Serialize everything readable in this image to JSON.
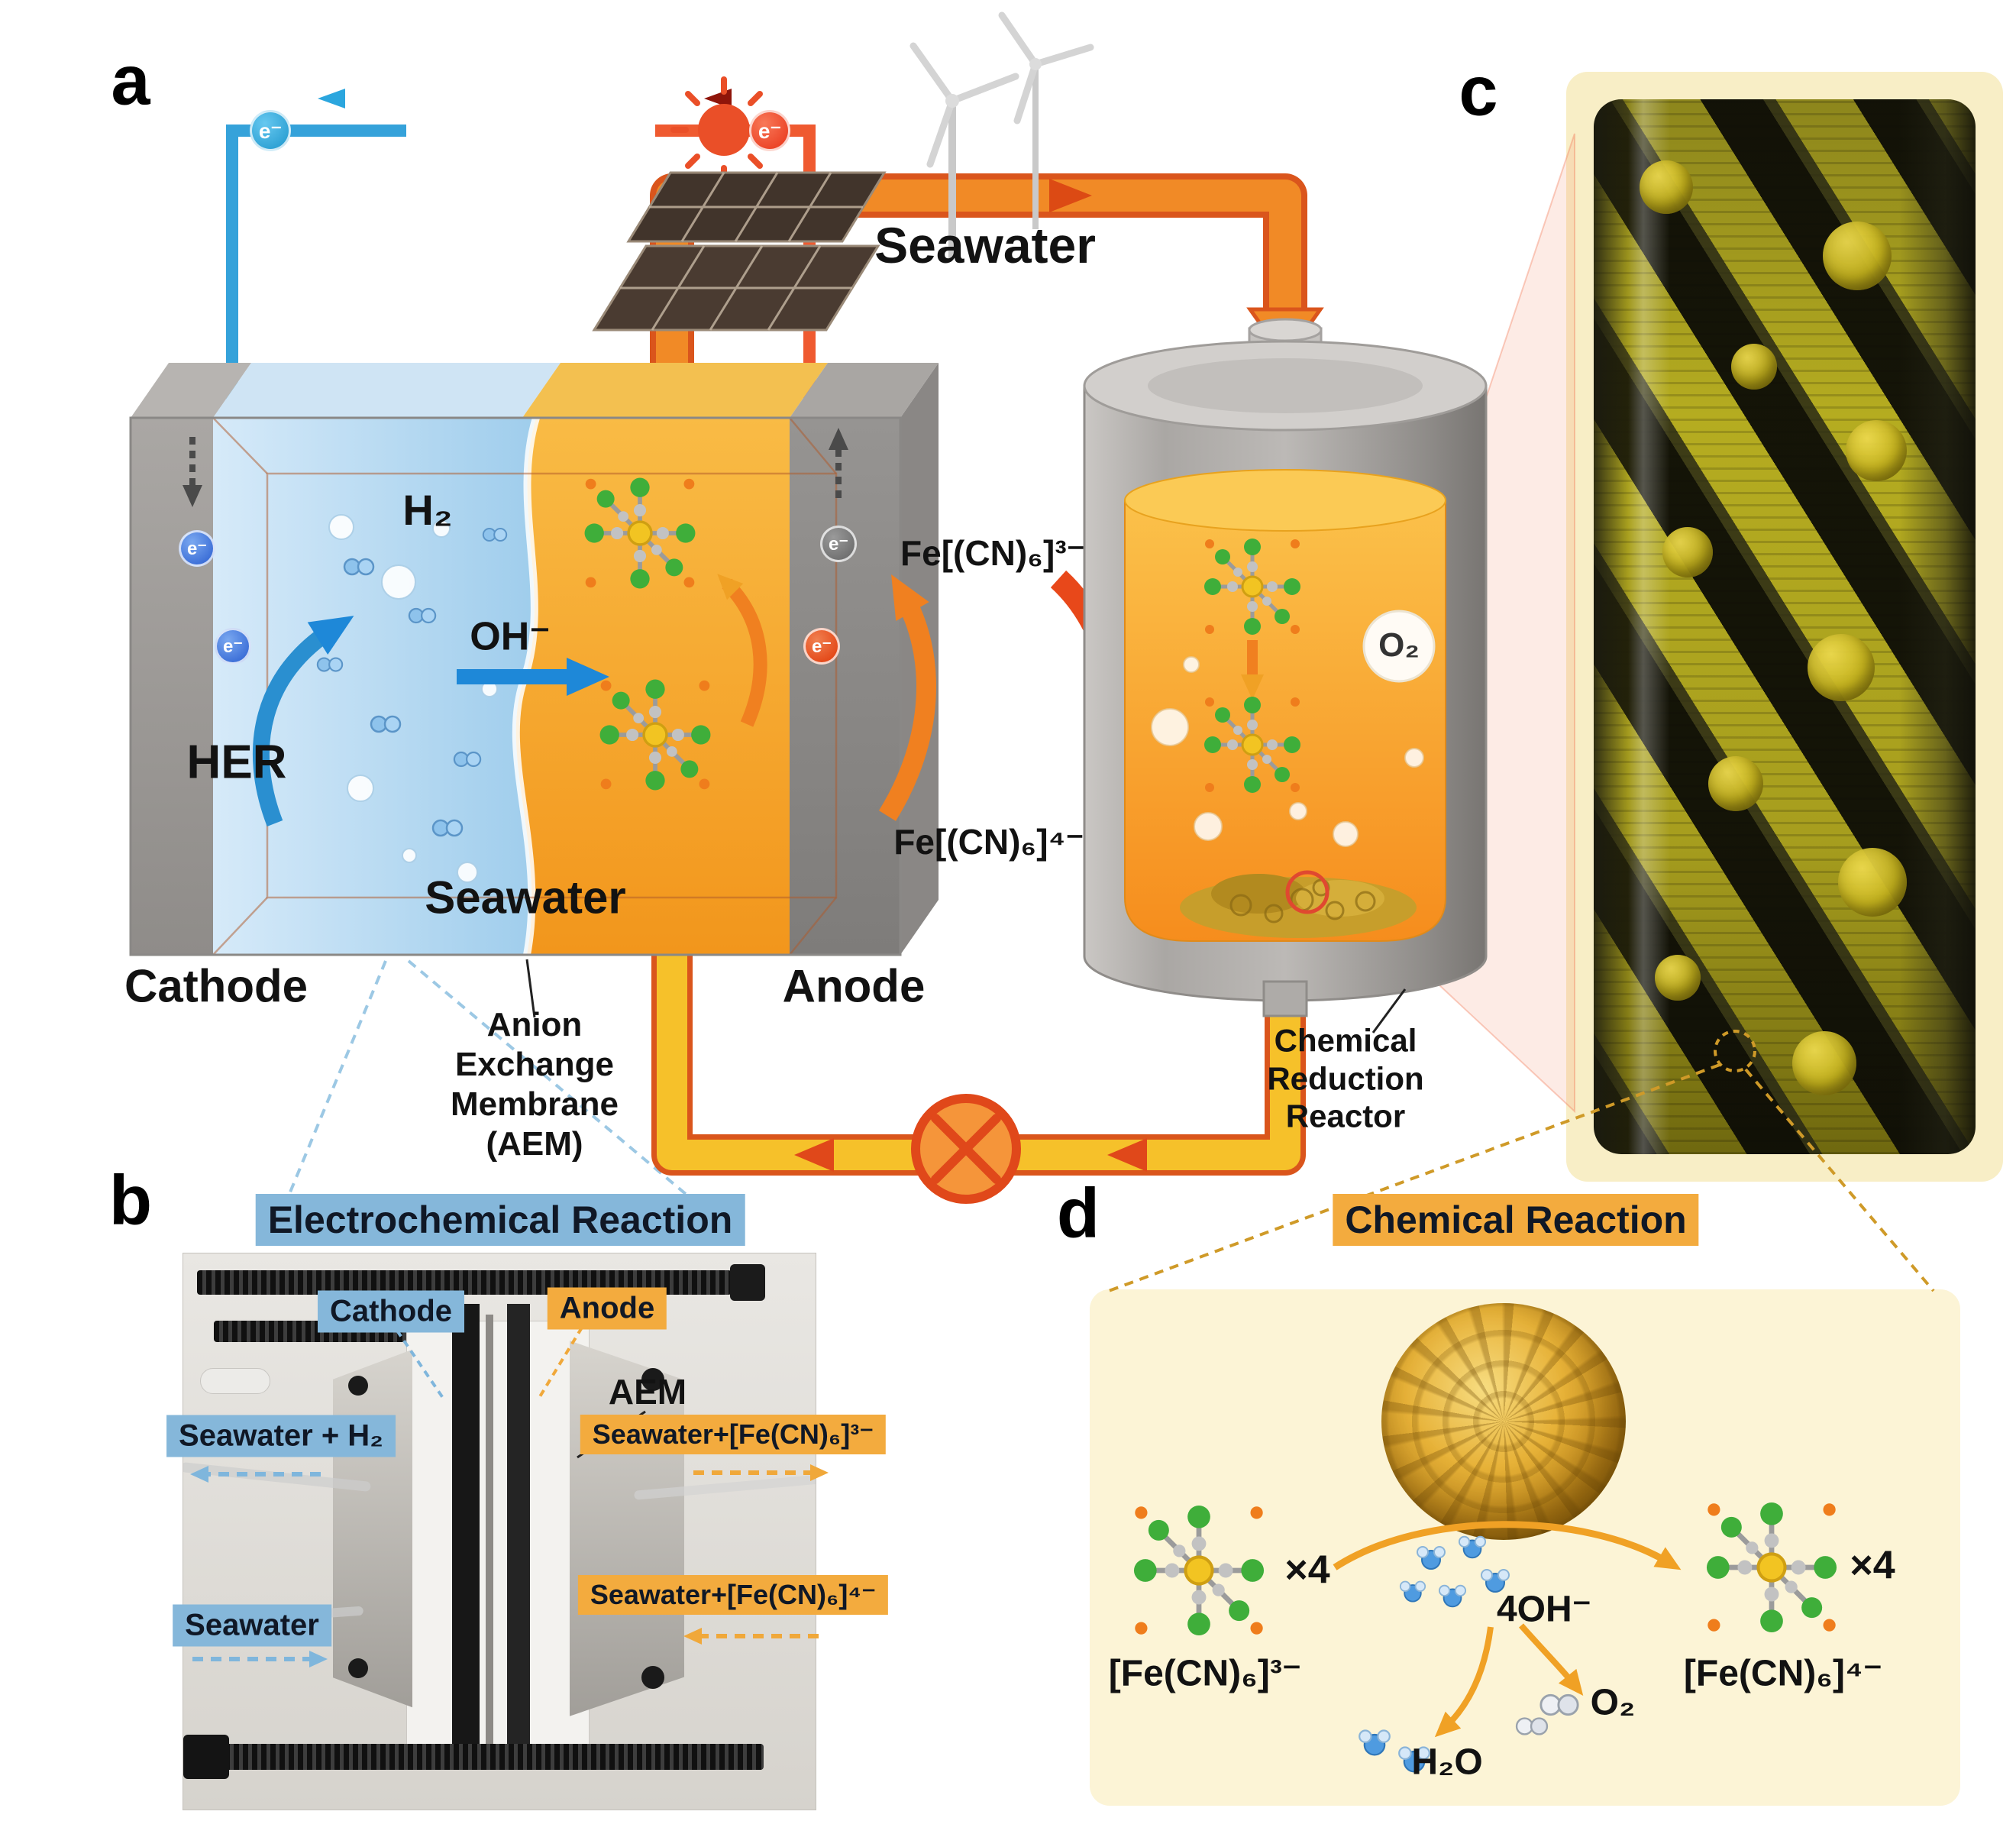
{
  "figure": {
    "panel_a_label": "a",
    "panel_b_label": "b",
    "panel_c_label": "c",
    "panel_d_label": "d"
  },
  "panel_a": {
    "seawater_feed": "Seawater",
    "h2": "H₂",
    "oh": "OH⁻",
    "her": "HER",
    "seawater_cell": "Seawater",
    "cathode": "Cathode",
    "anode": "Anode",
    "aem": "Anion\nExchange\nMembrane\n(AEM)",
    "electron": "e⁻",
    "ferricyanide": "Fe[(CN)₆]³⁻",
    "ferrocyanide": "Fe[(CN)₆]⁴⁻",
    "o2": "O₂",
    "reactor": "Chemical\nReduction\nReactor"
  },
  "panel_b": {
    "title": "Electrochemical Reaction",
    "cathode": "Cathode",
    "anode": "Anode",
    "aem": "AEM",
    "out_cathode": "Seawater + H₂",
    "in_cathode": "Seawater",
    "out_anode": "Seawater+[Fe(CN)₆]³⁻",
    "in_anode": "Seawater+[Fe(CN)₆]⁴⁻"
  },
  "panel_d": {
    "title": "Chemical Reaction",
    "times4": "×4",
    "ferricyanide": "[Fe(CN)₆]³⁻",
    "ferrocyanide": "[Fe(CN)₆]⁴⁻",
    "oh4": "4OH⁻",
    "o2": "O₂",
    "h2o": "H₂O"
  },
  "colors": {
    "catholyte_blue": "#aed4ef",
    "anolyte_orange": "#f6a31f",
    "pipe_orange": "#f18a26",
    "pipe_return_yellow": "#f6c12a",
    "accent_red": "#e8481a",
    "wire_blue": "#35a2da",
    "highlight_blue": "#85b7da",
    "highlight_orange": "#f3ab3e",
    "panel_cream": "#fcf4d6"
  }
}
